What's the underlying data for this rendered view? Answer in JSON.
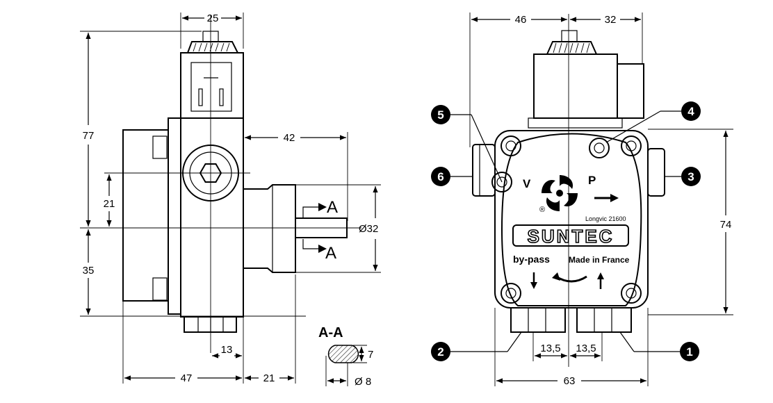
{
  "left_view": {
    "dims": {
      "top_width": "25",
      "overall_height": "77",
      "port_offset": "21",
      "lower_height": "35",
      "shaft_length": "42",
      "shaft_diameter": "Ø32",
      "bottom_offset": "13",
      "body_width": "47",
      "shaft_extension": "21"
    },
    "section_marker": "A"
  },
  "section": {
    "title": "A-A",
    "dims": {
      "flat": "7",
      "diameter": "Ø 8"
    }
  },
  "right_view": {
    "dims": {
      "top_left": "46",
      "top_right": "32",
      "height": "74",
      "port_spacing_left": "13,5",
      "port_spacing_right": "13,5",
      "base_width": "63"
    },
    "plate": {
      "v_label": "V",
      "p_label": "P",
      "city_text": "Longvic 21600",
      "brand": "SUNTEC",
      "bypass_text": "by-pass",
      "made_in_text": "Made in France",
      "registered_mark": "®"
    },
    "callouts": [
      "1",
      "2",
      "3",
      "4",
      "5",
      "6"
    ]
  }
}
